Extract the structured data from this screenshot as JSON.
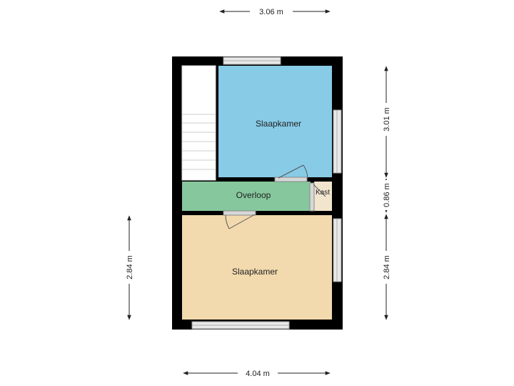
{
  "colors": {
    "wall": "#000000",
    "bedroom_top": "#87CBE7",
    "landing": "#86C79D",
    "storage": "#F1E5CE",
    "bedroom_bottom": "#F2DAAE",
    "stairs": "#FFFFFF",
    "stair_lines": "#CCCCCC",
    "window_glass": "#E6E6E6",
    "door_swing": "#555555",
    "dimension_line": "#222222"
  },
  "rooms": {
    "bedroom_top": "Slaapkamer",
    "landing": "Overloop",
    "storage": "Kast",
    "bedroom_bottom": "Slaapkamer"
  },
  "dimensions": {
    "top_width": "3.06 m",
    "bottom_width": "4.04 m",
    "right_upper": "3.01 m",
    "right_middle": "0.86 m",
    "right_lower": "2.84 m",
    "left_lower": "2.84 m"
  }
}
